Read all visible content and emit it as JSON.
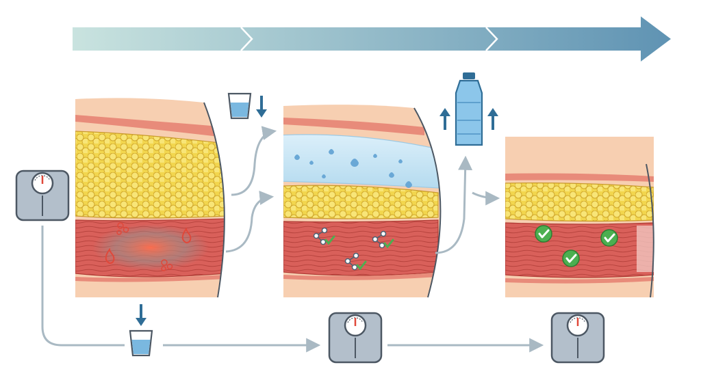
{
  "diagram": {
    "stages": [
      {
        "id": "stage-1",
        "muscle": "inflamed",
        "fat": "thick",
        "water": false
      },
      {
        "id": "stage-2",
        "muscle": "repairing",
        "fat": "medium",
        "water": true
      },
      {
        "id": "stage-3",
        "muscle": "healthy",
        "fat": "thin",
        "water": false
      }
    ],
    "icons": [
      "scale-icon",
      "water-glass-icon",
      "down-arrow-icon",
      "water-bottle-icon",
      "up-arrow-icon",
      "checkmark-icon",
      "molecule-icon",
      "flame-icon"
    ],
    "colors": {
      "progress_start": "#c9e3df",
      "progress_end": "#5f93b3",
      "skin": "#f7cfb1",
      "fat": "#f5de5c",
      "fat_outline": "#d1a82c",
      "muscle": "#d9605a",
      "connector": "#a9b9c3",
      "water": "#bfe0f2",
      "check": "#4caf50",
      "scale": "#b3bfcb"
    }
  }
}
